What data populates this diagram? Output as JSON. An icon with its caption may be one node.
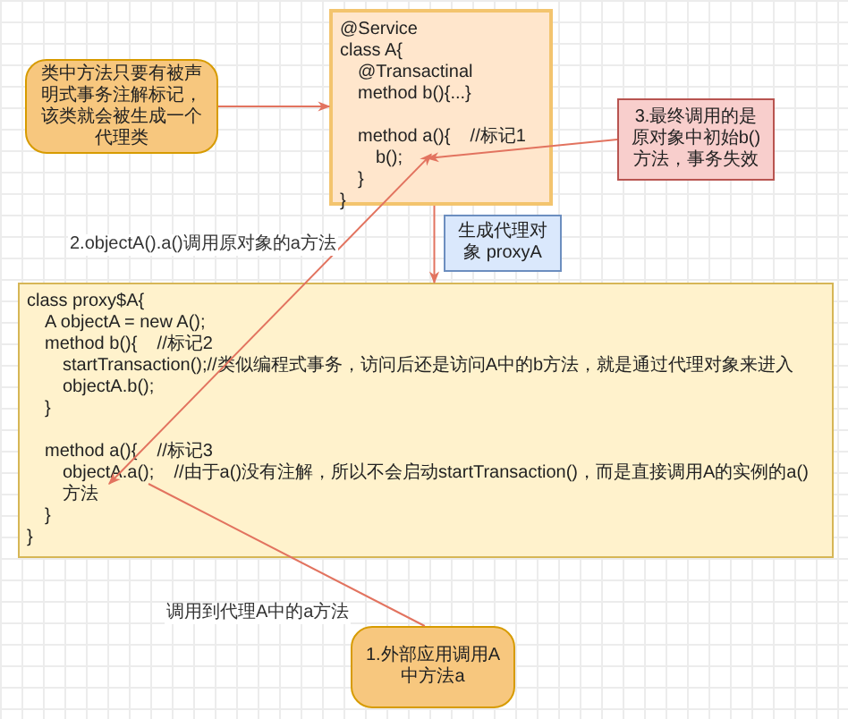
{
  "diagram": {
    "nodes": [
      {
        "text": [
          "类中方法只要有被声明式事务注解标记，该类就会被生成一个代理类"
        ]
      },
      {
        "text": [
          "@Service",
          "class A{",
          "@Transactinal",
          "method b(){...}",
          "method a(){    //标记1",
          "b();",
          "}",
          "}"
        ]
      },
      {
        "text": [
          "3.最终调用的是原对象中初始b()方法，事务失效"
        ]
      },
      {
        "text": [
          "生成代理对象 proxyA"
        ]
      },
      {
        "text": [
          "class proxy$A{",
          "A objectA = new A();",
          "method b(){    //标记2",
          "startTransaction();//类似编程式事务，访问后还是访问A中的b方法，就是通过代理对象来进入",
          "objectA.b();",
          "}",
          "method a(){    //标记3",
          "objectA.a();    //由于a()没有注解，所以不会启动startTransaction()，而是直接调用A的实例的a()方法",
          "}",
          "}"
        ]
      },
      {
        "text": [
          "1.外部应用调用A中方法a"
        ]
      }
    ],
    "edges": [
      {
        "from": 0,
        "to": 1,
        "arrow": "to"
      },
      {
        "from": 2,
        "to": 1,
        "arrow": "to"
      },
      {
        "from": 1,
        "to": 4,
        "arrow": "to"
      },
      {
        "from": 4,
        "to": 1,
        "arrow": "both",
        "label": "2.objectA().a()调用原对象的a方法"
      },
      {
        "from": 5,
        "to": 4,
        "arrow": "none",
        "label": "调用到代理A中的a方法"
      }
    ]
  }
}
